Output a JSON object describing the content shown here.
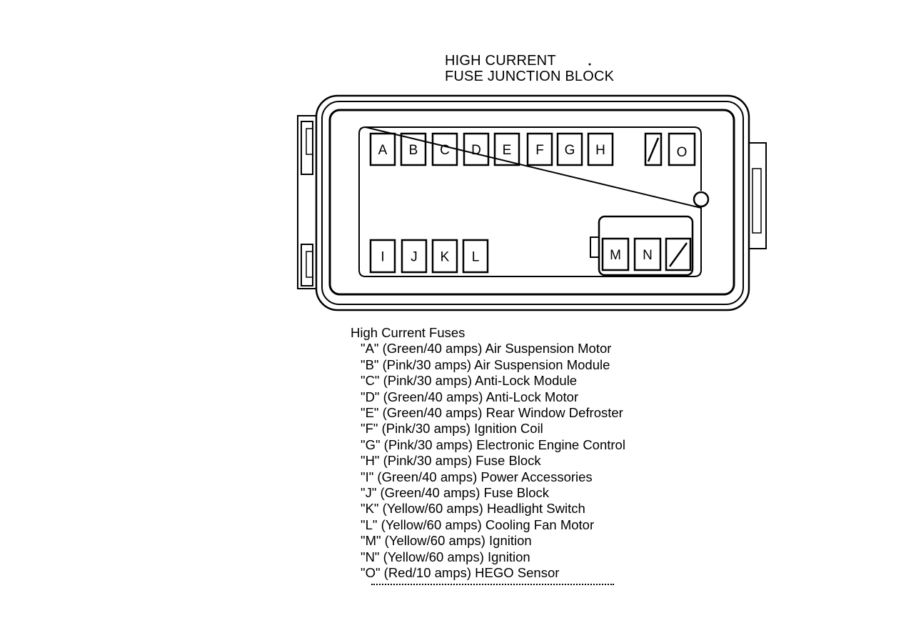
{
  "title": {
    "line1": "HIGH CURRENT",
    "line2": "FUSE JUNCTION BLOCK"
  },
  "fuses_top": [
    "A",
    "B",
    "C",
    "D",
    "E",
    "F",
    "G",
    "H"
  ],
  "fuse_top_right": "O",
  "fuses_bottom": [
    "I",
    "J",
    "K",
    "L"
  ],
  "fuses_module": [
    "M",
    "N"
  ],
  "legend": {
    "heading": "High Current Fuses",
    "items": [
      "\"A\" (Green/40 amps) Air Suspension Motor",
      "\"B\" (Pink/30 amps) Air Suspension Module",
      "\"C\" (Pink/30 amps) Anti-Lock Module",
      "\"D\" (Green/40 amps) Anti-Lock Motor",
      "\"E\" (Green/40 amps) Rear Window Defroster",
      "\"F\" (Pink/30 amps) Ignition Coil",
      "\"G\" (Pink/30 amps) Electronic Engine Control",
      "\"H\" (Pink/30 amps) Fuse Block",
      "\"I\" (Green/40 amps) Power Accessories",
      "\"J\" (Green/40 amps) Fuse Block",
      "\"K\" (Yellow/60 amps) Headlight Switch",
      "\"L\" (Yellow/60 amps) Cooling Fan Motor",
      "\"M\" (Yellow/60 amps) Ignition",
      "\"N\" (Yellow/60 amps) Ignition",
      "\"O\" (Red/10 amps) HEGO Sensor"
    ]
  }
}
